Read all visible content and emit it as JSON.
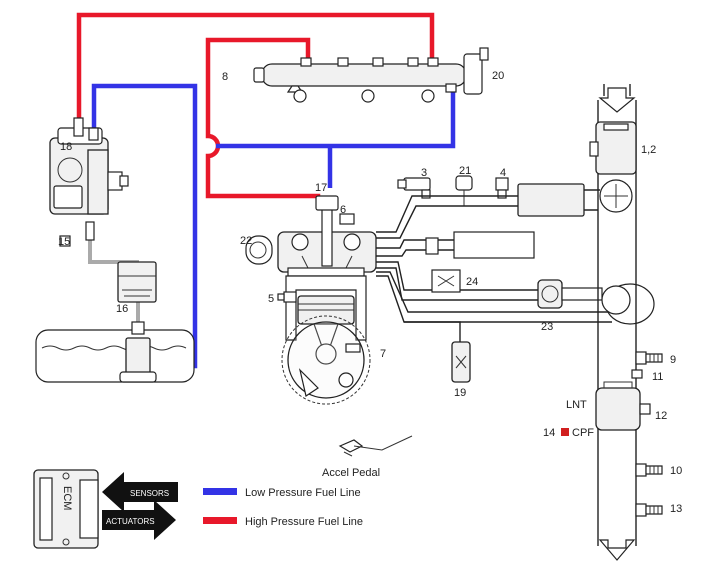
{
  "colors": {
    "low_pressure": "#3333e6",
    "high_pressure": "#e8182a",
    "return_line": "#aaaaaa",
    "cpf_marker": "#d11f1f"
  },
  "labels": {
    "n1_2": "1,2",
    "n3": "3",
    "n4": "4",
    "n5": "5",
    "n6": "6",
    "n7": "7",
    "n8": "8",
    "n9": "9",
    "n10": "10",
    "n11": "11",
    "n12": "12",
    "n13": "13",
    "n14": "14",
    "n15": "15",
    "n16": "16",
    "n17": "17",
    "n18": "18",
    "n19": "19",
    "n20": "20",
    "n21": "21",
    "n22": "22",
    "n23": "23",
    "n24": "24",
    "lnt": "LNT",
    "cpf": "CPF",
    "accel_pedal": "Accel Pedal",
    "ecm": "ECM"
  },
  "legend": {
    "sensors_label": "SENSORS",
    "actuators_label": "ACTUATORS",
    "low_pressure_label": "Low Pressure Fuel Line",
    "high_pressure_label": "High Pressure Fuel Line"
  }
}
